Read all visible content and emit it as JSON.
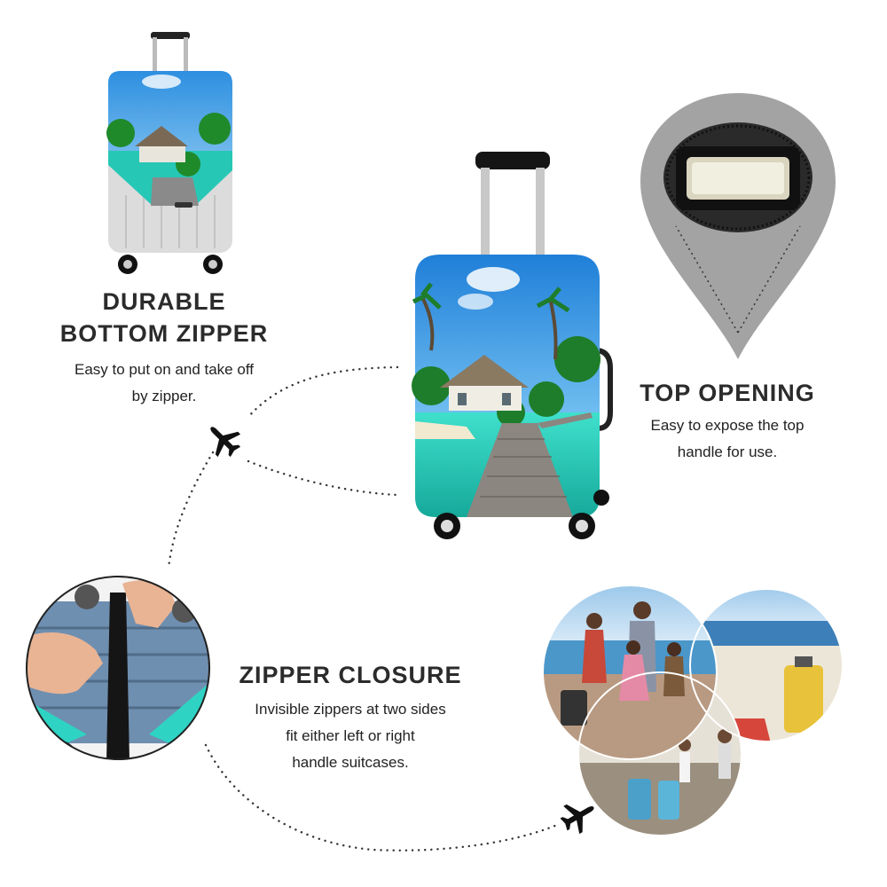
{
  "features": {
    "bottom_zipper": {
      "title_lines": [
        "DURABLE",
        "BOTTOM ZIPPER"
      ],
      "desc_lines": [
        "Easy to put on and take off",
        "by zipper."
      ]
    },
    "top_opening": {
      "title_lines": [
        "TOP OPENING"
      ],
      "desc_lines": [
        "Easy to expose the top",
        "handle for use."
      ]
    },
    "zipper_closure": {
      "title_lines": [
        "ZIPPER CLOSURE"
      ],
      "desc_lines": [
        "Invisible zippers at two sides",
        "fit  either left or right",
        "handle suitcases."
      ]
    }
  },
  "colors": {
    "heading": "#2b2b2b",
    "sky": "#4aa7e8",
    "sea": "#2fd3c3",
    "pin": "#a3a3a3",
    "suitcase_shell": "#dcdcdc"
  },
  "icons": [
    "airplane-icon",
    "map-pin-icon"
  ]
}
